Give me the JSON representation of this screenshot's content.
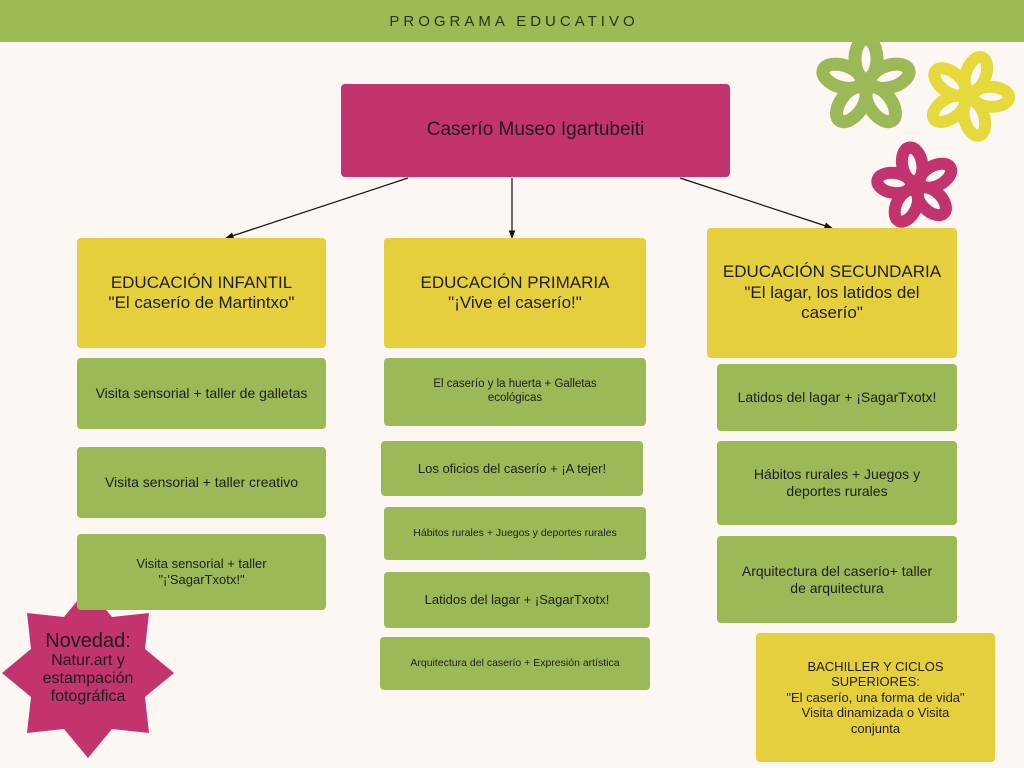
{
  "header": {
    "title": "PROGRAMA EDUCATIVO"
  },
  "root": {
    "label": "Caserío Museo Igartubeiti"
  },
  "columns": {
    "infantil": {
      "heading": "EDUCACIÓN INFANTIL\n\"El caserío de Martintxo\"",
      "items": [
        "Visita sensorial + taller de galletas",
        "Visita sensorial + taller creativo",
        "Visita sensorial + taller\n\"¡'SagarTxotx!\""
      ]
    },
    "primaria": {
      "heading": "EDUCACIÓN PRIMARIA\n\"¡Vive el caserío!\"",
      "items": [
        "El caserío y la huerta + Galletas\necológicas",
        "Los oficios del caserío + ¡A tejer!",
        "Hábitos rurales + Juegos y deportes rurales",
        "Latidos del lagar + ¡SagarTxotx!",
        "Arquitectura del caserío +  Expresión artística"
      ]
    },
    "secundaria": {
      "heading": "EDUCACIÓN SECUNDARIA\n\"El lagar, los latidos del\ncaserío\"",
      "items": [
        "Latidos del lagar + ¡SagarTxotx!",
        "Hábitos rurales + Juegos y\ndeportes rurales",
        "Arquitectura del caserío+ taller\nde arquitectura"
      ]
    }
  },
  "bachiller": {
    "text": "BACHILLER Y CICLOS\nSUPERIORES:\n\"El caserío, una forma de vida\"\nVisita dinamizada o Visita\nconjunta"
  },
  "novedad": {
    "title": "Novedad:",
    "text": "Natur.art  y\nestampación\nfotográfica"
  },
  "colors": {
    "magenta": "#c3336e",
    "yellow": "#e5cf3c",
    "green": "#9cb957",
    "bar": "#9dbb55",
    "background": "#fcf7f2"
  }
}
